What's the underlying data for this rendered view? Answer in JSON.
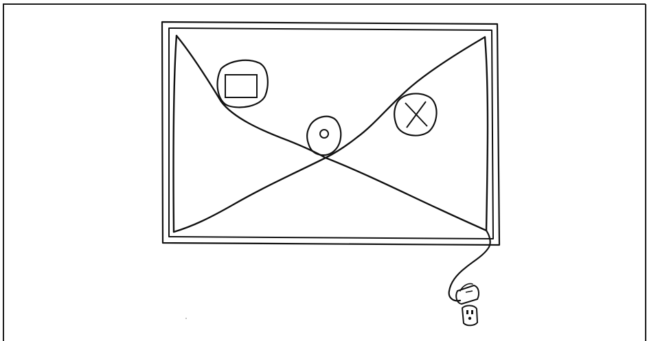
{
  "figure": {
    "ink_color": "#111111",
    "paper_color": "#ffffff",
    "border_color": "#1a1a1a"
  },
  "icons": {
    "rectangle_window": "rectangle-symbol",
    "small_circle": "circle-symbol",
    "x_circle": "x-symbol",
    "plug": "plug-icon",
    "outlet": "outlet-icon"
  }
}
